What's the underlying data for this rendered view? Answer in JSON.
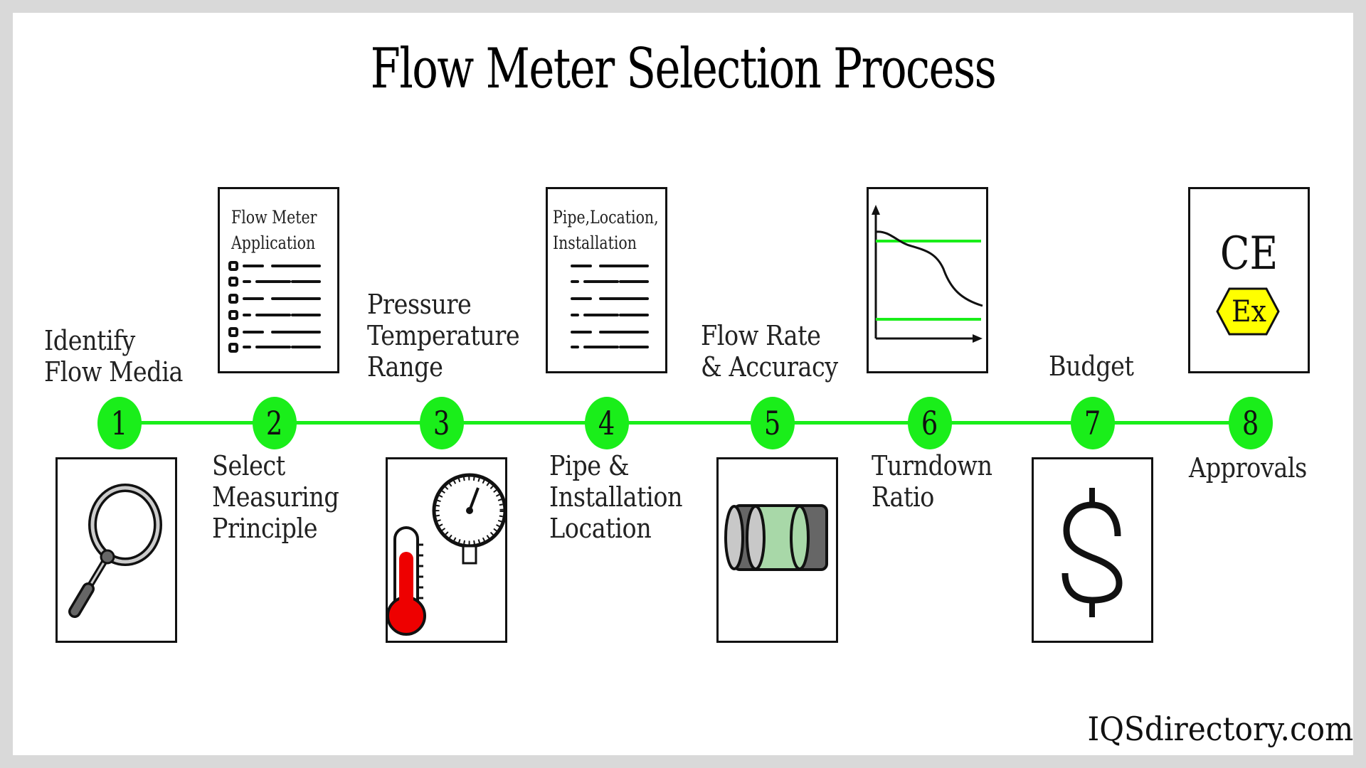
{
  "title": "Flow Meter Selection Process",
  "colors": {
    "timeline": "#1aee1a",
    "thermometer": "#ee0000",
    "ex_badge": "#ffff00",
    "pipe_liquid": "#a8d8a8",
    "pipe_body": "#666666",
    "pipe_ends": "#c8c8c8",
    "border": "#d9d9d9"
  },
  "steps": [
    {
      "number": "1",
      "label_lines": [
        "Identify",
        "Flow Media"
      ],
      "icon": "magnifying-glass-icon"
    },
    {
      "number": "2",
      "label_lines": [
        "Select",
        "Measuring",
        "Principle"
      ],
      "icon": "checklist-document-icon",
      "icon_text": [
        "Flow Meter",
        "Application"
      ]
    },
    {
      "number": "3",
      "label_lines": [
        "Pressure",
        "Temperature",
        "Range"
      ],
      "icon": "thermometer-gauge-icon"
    },
    {
      "number": "4",
      "label_lines": [
        "Pipe &",
        "Installation",
        "Location"
      ],
      "icon": "document-icon",
      "icon_text": [
        "Pipe,Location,",
        "Installation"
      ]
    },
    {
      "number": "5",
      "label_lines": [
        "Flow Rate",
        "& Accuracy"
      ],
      "icon": "pipe-section-icon"
    },
    {
      "number": "6",
      "label_lines": [
        "Turndown",
        "Ratio"
      ],
      "icon": "turndown-graph-icon"
    },
    {
      "number": "7",
      "label_lines": [
        "Budget"
      ],
      "icon": "dollar-sign-icon",
      "icon_text": [
        "$"
      ]
    },
    {
      "number": "8",
      "label_lines": [
        "Approvals"
      ],
      "icon": "ce-ex-certification-icon",
      "icon_text": [
        "CE",
        "Ex"
      ]
    }
  ],
  "footer": "IQSdirectory.com"
}
